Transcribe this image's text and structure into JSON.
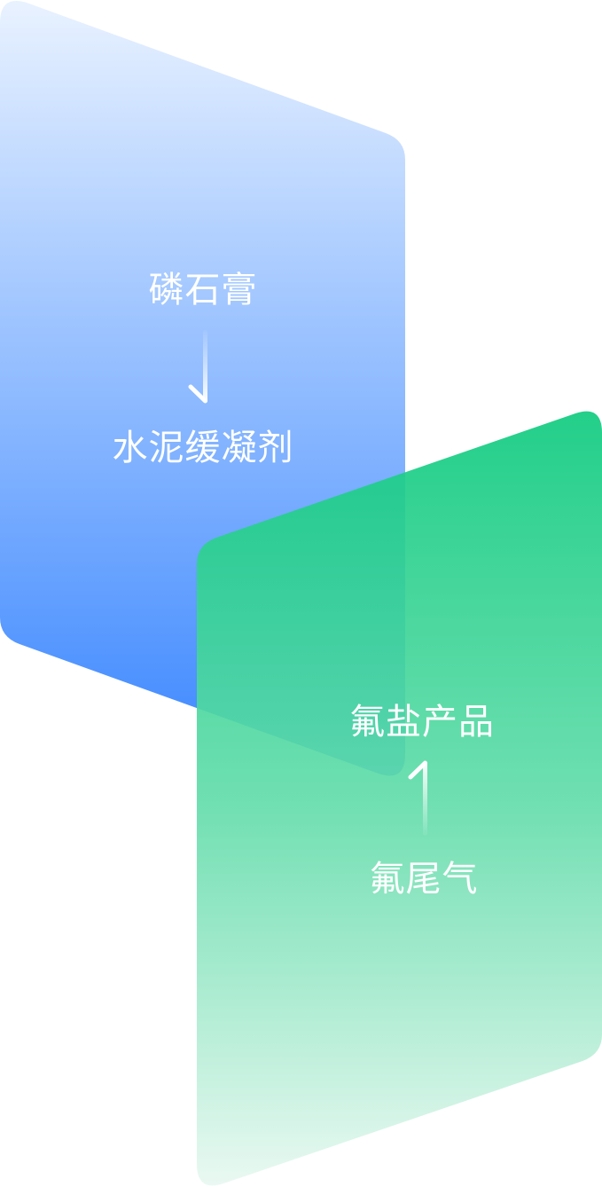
{
  "blue_panel": {
    "top_label": "磷石膏",
    "bottom_label": "水泥缓凝剂",
    "arrow_direction": "down",
    "colors": {
      "top": "#e9f2ff",
      "bottom": "#3a86ff"
    }
  },
  "green_panel": {
    "top_label": "氟盐产品",
    "bottom_label": "氟尾气",
    "arrow_direction": "up",
    "colors": {
      "top": "#10cb80",
      "bottom": "#e8f8f1"
    }
  }
}
